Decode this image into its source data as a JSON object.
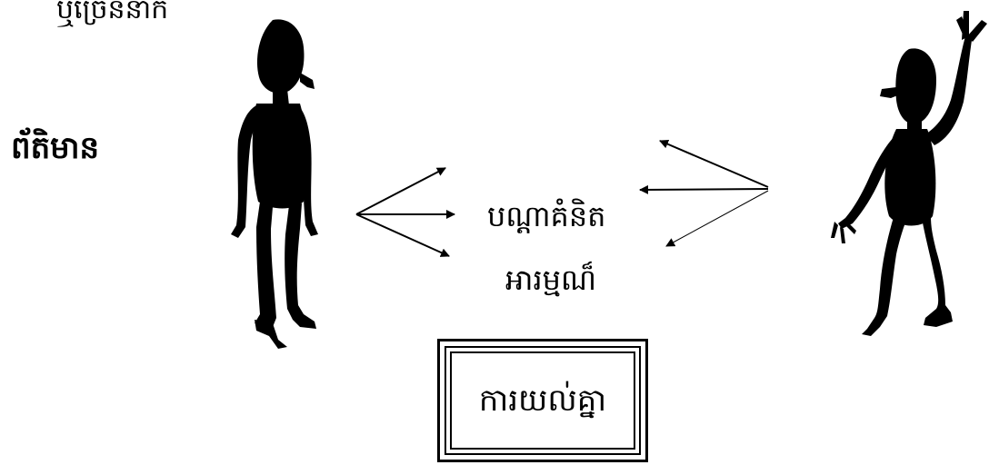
{
  "diagram": {
    "title_top": "ឬច្រើននាក់",
    "title_left": "ព័តិមាន",
    "concepts": [
      "បណ្ដាគំនិត",
      "អារម្មណ៏"
    ],
    "result_box": "ការយល់គ្នា"
  },
  "figures": [
    {
      "name": "sender-person"
    },
    {
      "name": "receiver-person"
    }
  ],
  "colors": {
    "ink": "#000000",
    "background": "#ffffff"
  }
}
